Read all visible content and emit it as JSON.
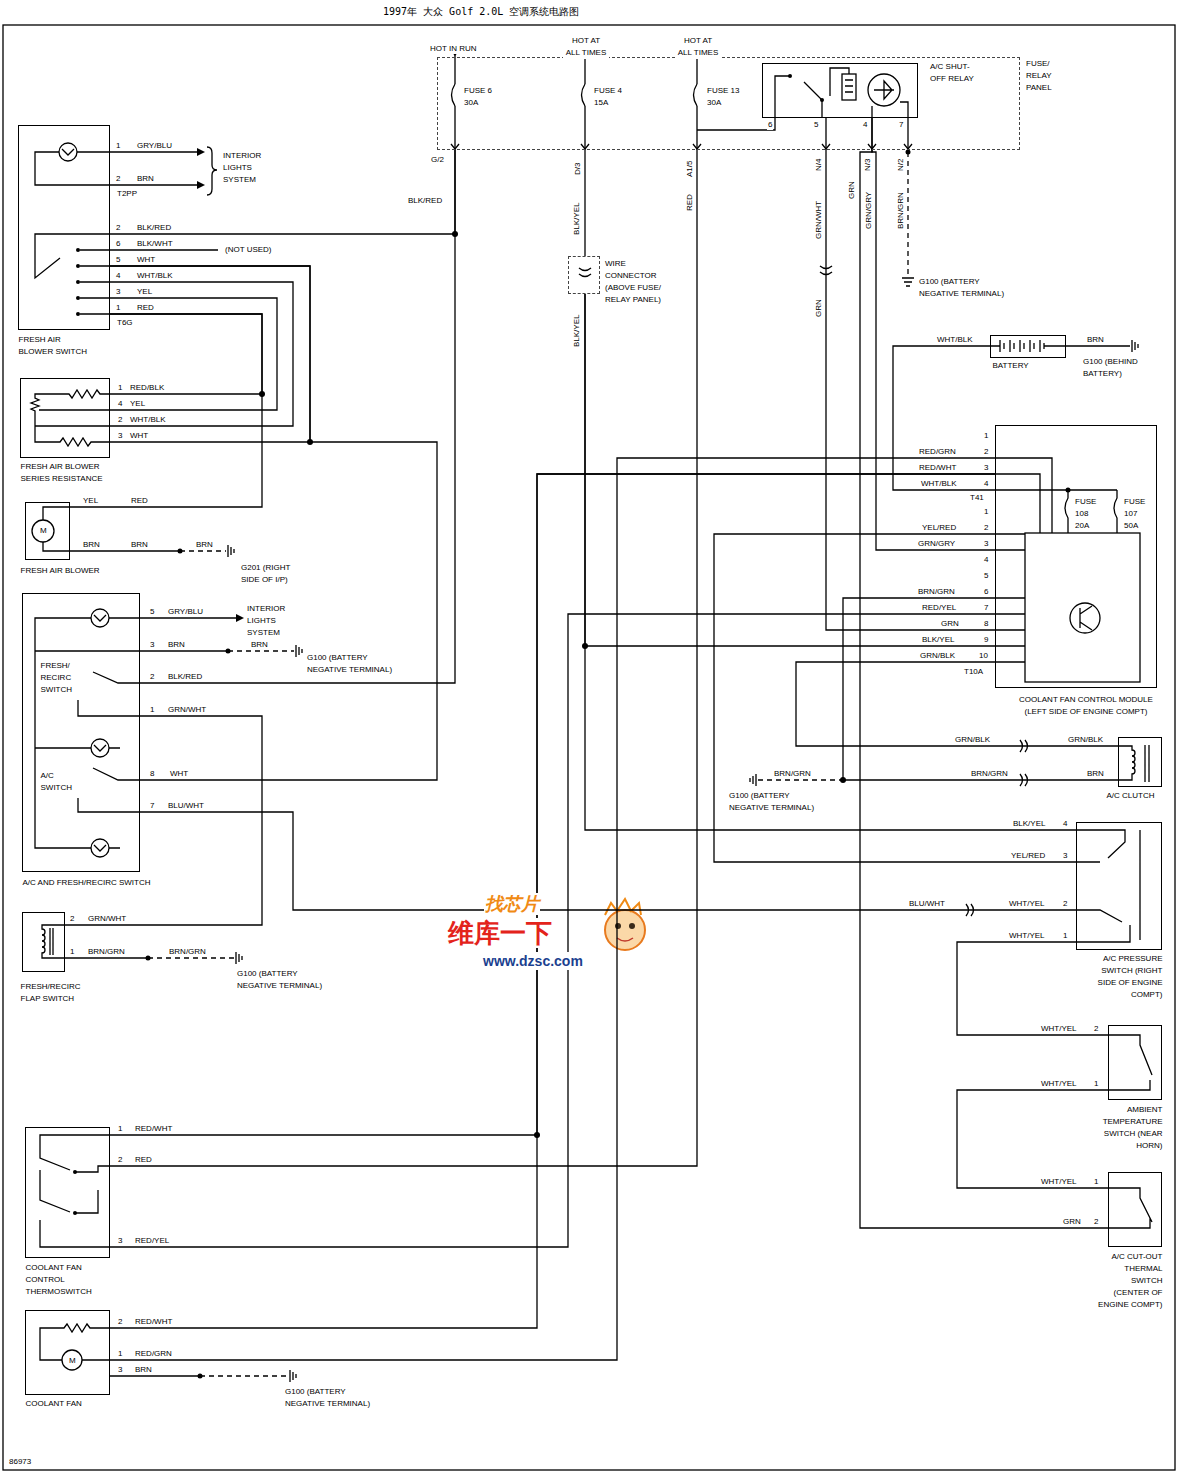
{
  "diagram": {
    "title": "1997年 大众 Golf 2.0L 空调系统电路图",
    "nodes": [
      {
        "text": [
          "FUSE/ RELAY PANEL"
        ]
      },
      {
        "text": [
          "A/C SHUT- OFF RELAY"
        ],
        "in": 0
      },
      {
        "text": [
          "FRESH AIR BLOWER SWITCH"
        ]
      },
      {
        "text": [
          "FRESH AIR BLOWER SERIES RESISTANCE"
        ]
      },
      {
        "text": [
          "FRESH AIR BLOWER"
        ]
      },
      {
        "text": [
          "A/C AND FRESH/RECIRC SWITCH",
          "FRESH/ RECIRC SWITCH",
          "A/C SWITCH"
        ]
      },
      {
        "text": [
          "FRESH/RECIRC FLAP SWITCH"
        ]
      },
      {
        "text": [
          "COOLANT FAN CONTROL THERMOSWITCH"
        ]
      },
      {
        "text": [
          "COOLANT FAN"
        ]
      },
      {
        "text": [
          "BATTERY"
        ]
      },
      {
        "text": [
          "COOLANT FAN CONTROL MODULE (LEFT SIDE OF ENGINE COMPT)"
        ]
      },
      {
        "text": [
          "A/C CLUTCH"
        ]
      },
      {
        "text": [
          "A/C PRESSURE SWITCH (RIGHT SIDE OF ENGINE COMPT)"
        ]
      },
      {
        "text": [
          "AMBIENT TEMPERATURE SWITCH (NEAR HORN)"
        ]
      },
      {
        "text": [
          "A/C CUT-OUT THERMAL SWITCH (CENTER OF ENGINE COMPT)"
        ]
      },
      {
        "text": [
          "WIRE CONNECTOR (ABOVE FUSE/ RELAY PANEL)"
        ]
      }
    ],
    "edges": [
      {
        "from": 0,
        "to": 2,
        "arrow": "none"
      },
      {
        "from": 0,
        "to": 5,
        "arrow": "none"
      },
      {
        "from": 2,
        "to": 3,
        "arrow": "none"
      },
      {
        "from": 2,
        "to": 5,
        "arrow": "none"
      },
      {
        "from": 2,
        "to": 3,
        "arrow": "none"
      },
      {
        "from": 2,
        "to": 3,
        "arrow": "none"
      },
      {
        "from": 2,
        "to": 3,
        "arrow": "none"
      },
      {
        "from": 2,
        "to": 4,
        "arrow": "none"
      },
      {
        "from": 5,
        "to": 6,
        "arrow": "none"
      },
      {
        "from": 5,
        "to": 12,
        "arrow": "none"
      },
      {
        "from": 1,
        "to": 10,
        "arrow": "none"
      },
      {
        "from": 1,
        "to": 14,
        "arrow": "none"
      },
      {
        "from": 1,
        "to": 10,
        "arrow": "none"
      },
      {
        "from": 0,
        "to": 15,
        "arrow": "none"
      },
      {
        "from": 15,
        "to": 10,
        "arrow": "none"
      },
      {
        "from": 15,
        "to": 12,
        "arrow": "none"
      },
      {
        "from": 0,
        "to": 7,
        "arrow": "none"
      },
      {
        "from": 9,
        "to": 10,
        "arrow": "none"
      },
      {
        "from": 10,
        "to": 8,
        "arrow": "none"
      },
      {
        "from": 10,
        "to": 7,
        "arrow": "none"
      },
      {
        "from": 10,
        "to": 8,
        "arrow": "none"
      },
      {
        "from": 10,
        "to": 12,
        "arrow": "none"
      },
      {
        "from": 10,
        "to": 11,
        "arrow": "none"
      },
      {
        "from": 10,
        "to": 7,
        "arrow": "none"
      },
      {
        "from": 10,
        "to": 11,
        "arrow": "none"
      },
      {
        "from": 12,
        "to": 13,
        "arrow": "none"
      },
      {
        "from": 13,
        "to": 14,
        "arrow": "none"
      }
    ],
    "labels": [
      "HOT IN RUN",
      "HOT AT ALL TIMES",
      "HOT AT ALL TIMES",
      "FUSE 6 30A",
      "FUSE 4 15A",
      "FUSE 13 30A",
      "6",
      "5",
      "4",
      "7",
      "G/2",
      "D/3",
      "A1/5",
      "N/4",
      "N/3",
      "N/2",
      "BLK/RED",
      "BLK/YEL",
      "RED",
      "GRN/WHT",
      "GRN",
      "GRN/GRY",
      "BRN/GRN",
      "INTERIOR LIGHTS SYSTEM",
      "1",
      "GRY/BLU",
      "2",
      "BRN",
      "T2PP",
      "2",
      "BLK/RED",
      "6",
      "BLK/WHT",
      "(NOT USED)",
      "5",
      "WHT",
      "4",
      "WHT/BLK",
      "3",
      "YEL",
      "1",
      "RED",
      "T6G",
      "1",
      "RED/BLK",
      "4",
      "YEL",
      "2",
      "WHT/BLK",
      "3",
      "WHT",
      "YEL",
      "RED",
      "M",
      "BRN",
      "BRN",
      "BRN",
      "G201 (RIGHT SIDE OF I/P)",
      "5",
      "GRY/BLU",
      "INTERIOR LIGHTS SYSTEM",
      "3",
      "BRN",
      "BRN",
      "G100 (BATTERY NEGATIVE TERMINAL)",
      "2",
      "BLK/RED",
      "1",
      "GRN/WHT",
      "8",
      "WHT",
      "7",
      "BLU/WHT",
      "2",
      "GRN/WHT",
      "1",
      "BRN/GRN",
      "BRN/GRN",
      "G100 (BATTERY NEGATIVE TERMINAL)",
      "找芯片",
      "维库一下",
      "www.dzsc.com",
      "1",
      "RED/WHT",
      "2",
      "RED",
      "3",
      "RED/YEL",
      "2",
      "RED/WHT",
      "1",
      "RED/GRN",
      "3",
      "BRN",
      "M",
      "G100 (BATTERY NEGATIVE TERMINAL)",
      "86973",
      "G100 (BATTERY NEGATIVE TERMINAL)",
      "WHT/BLK",
      "BRN",
      "G100 (BEHIND BATTERY)",
      "1",
      "RED/GRN",
      "2",
      "RED/WHT",
      "3",
      "WHT/BLK",
      "4",
      "T41",
      "FUSE 108 20A",
      "FUSE 107 50A",
      "1",
      "YEL/RED",
      "2",
      "GRN/GRY",
      "3",
      "4",
      "5",
      "BRN/GRN",
      "6",
      "RED/YEL",
      "7",
      "GRN",
      "8",
      "BLK/YEL",
      "9",
      "GRN/BLK",
      "10",
      "T10A",
      "GRN/BLK",
      "GRN/BLK",
      "BRN/GRN",
      "BRN/GRN",
      "BRN",
      "G100 (BATTERY NEGATIVE TERMINAL)",
      "BLK/YEL",
      "4",
      "YEL/RED",
      "3",
      "BLU/WHT",
      "WHT/YEL",
      "2",
      "WHT/YEL",
      "1",
      "WHT/YEL",
      "2",
      "WHT/YEL",
      "1",
      "WHT/YEL",
      "1",
      "GRN",
      "2",
      "GRN",
      "BLK/YEL"
    ]
  }
}
